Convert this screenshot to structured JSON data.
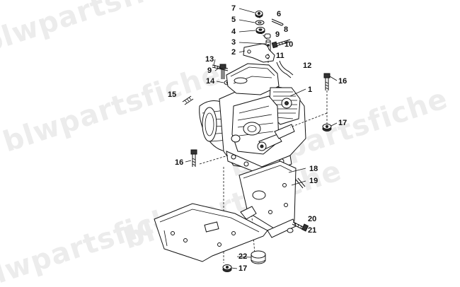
{
  "watermark": {
    "text": "blwpartsfiche"
  },
  "callouts": [
    {
      "id": "c7",
      "label": "7"
    },
    {
      "id": "c6",
      "label": "6"
    },
    {
      "id": "c5",
      "label": "5"
    },
    {
      "id": "c8",
      "label": "8"
    },
    {
      "id": "c4",
      "label": "4"
    },
    {
      "id": "c9a",
      "label": "9"
    },
    {
      "id": "c3",
      "label": "3"
    },
    {
      "id": "c10",
      "label": "10"
    },
    {
      "id": "c2",
      "label": "2"
    },
    {
      "id": "c11",
      "label": "11"
    },
    {
      "id": "c13",
      "label": "13"
    },
    {
      "id": "c12",
      "label": "12"
    },
    {
      "id": "c9b",
      "label": "9"
    },
    {
      "id": "c14",
      "label": "14"
    },
    {
      "id": "c16a",
      "label": "16"
    },
    {
      "id": "c1",
      "label": "1"
    },
    {
      "id": "c15",
      "label": "15"
    },
    {
      "id": "c17a",
      "label": "17"
    },
    {
      "id": "c16b",
      "label": "16"
    },
    {
      "id": "c18",
      "label": "18"
    },
    {
      "id": "c19",
      "label": "19"
    },
    {
      "id": "c20",
      "label": "20"
    },
    {
      "id": "c21",
      "label": "21"
    },
    {
      "id": "c22",
      "label": "22"
    },
    {
      "id": "c17b",
      "label": "17"
    }
  ]
}
